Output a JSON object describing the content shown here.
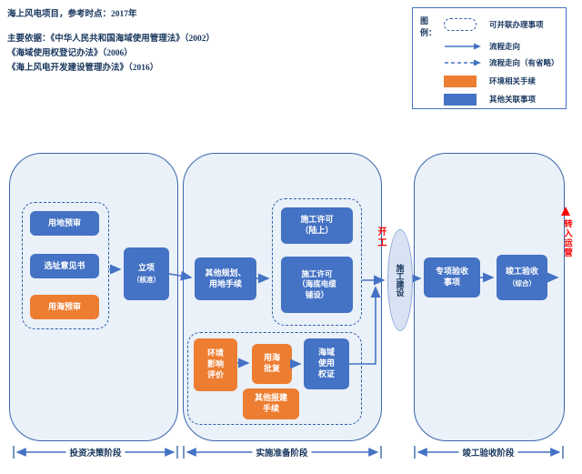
{
  "header": {
    "line1": "海上风电项目，参考时点：2017年",
    "line2": "主要依据：《中华人民共和国海域使用管理法》（2002）",
    "line3": "《海域使用权登记办法》（2006）",
    "line4": "《海上风电开发建设管理办法》（2016）"
  },
  "legend": {
    "title": "图例：",
    "items": [
      {
        "label": "可并联办理事项"
      },
      {
        "label": "流程走向"
      },
      {
        "label": "流程走向（有省略）"
      },
      {
        "label": "环境相关手续"
      },
      {
        "label": "其他关联事项"
      }
    ]
  },
  "nodes": {
    "land_preapproval": "用地预审",
    "site_opinion": "选址意见书",
    "sea_preapproval": "用海预审",
    "project_approval_title": "立项",
    "project_approval_sub": "（核准）",
    "other_planning": "其他规划、\n用地手续",
    "construction_permit_land": "施工许可\n（陆上）",
    "construction_permit_cable": "施工许可\n（海底电缆\n铺设）",
    "eia": "环境\n影响\n评价",
    "sea_use_reply": "用海\n批复",
    "sea_use_cert": "海域\n使用\n权证",
    "other_filing": "其他报建\n手续",
    "start_construction": "开工",
    "construction": "施工建设",
    "special_acceptance": "专项验收\n事项",
    "completion_acceptance_title": "竣工验收",
    "completion_acceptance_sub": "（综合）",
    "transfer_operation": "转入运营"
  },
  "phases": [
    {
      "label": "投资决策阶段"
    },
    {
      "label": "实施准备阶段"
    },
    {
      "label": "竣工验收阶段"
    }
  ],
  "colors": {
    "navy_text": "#17365D",
    "blue_box": "#4472C4",
    "orange_box": "#ED7D31",
    "red_text": "#FF0000",
    "phase_bg": "#EAF1F9",
    "phase_border": "#3A66AC",
    "dashed_border": "#2E5FA3",
    "arrow": "#4472C4",
    "ellipse_bg": "#D9E2F2",
    "ellipse_border": "#8EA9DB"
  }
}
